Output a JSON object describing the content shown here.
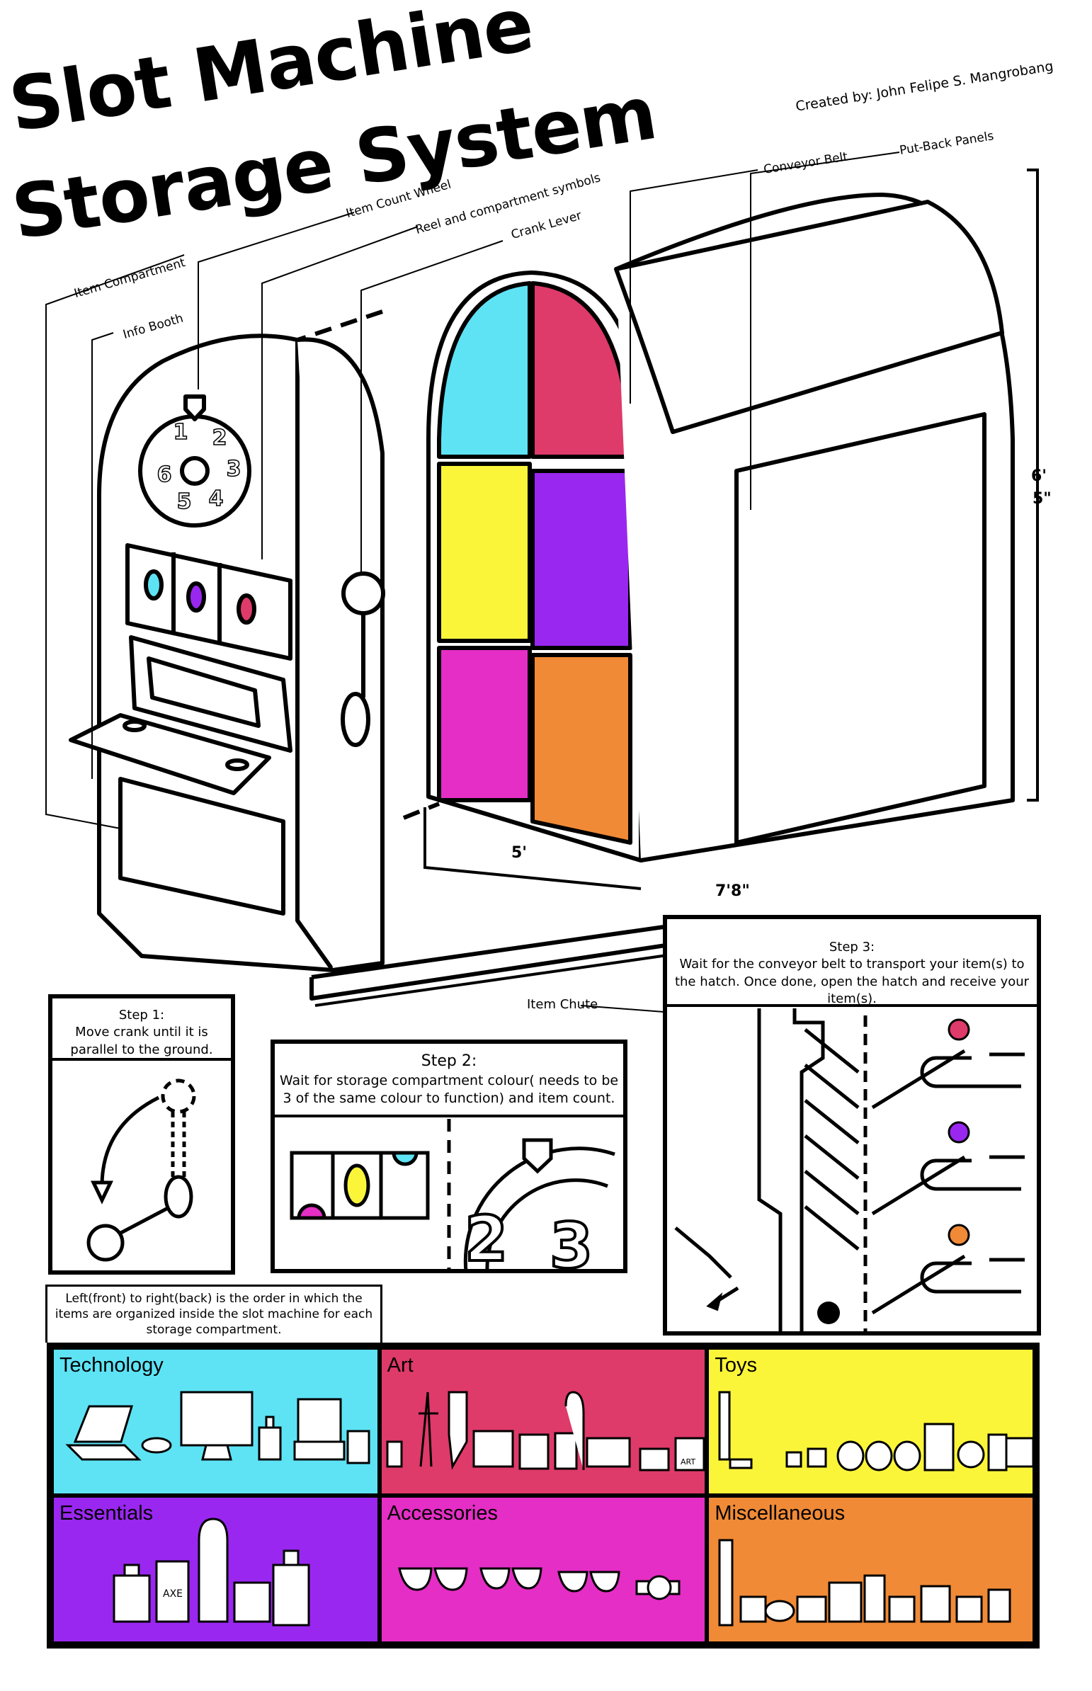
{
  "title": {
    "line1": "Slot Machine",
    "line2": "Storage System"
  },
  "credit": "Created by: John Felipe S. Mangrobang",
  "callouts": {
    "item_compartment": "Item Compartment",
    "info_booth": "Info Booth",
    "item_count_wheel": "Item Count Wheel",
    "reel_symbols": "Reel and compartment symbols",
    "crank_lever": "Crank Lever",
    "conveyor_belt": "Conveyor Belt",
    "put_back_panels": "Put-Back Panels",
    "item_chute": "Item Chute"
  },
  "dimensions": {
    "height_ft": "6'",
    "height_in": "5\"",
    "width": "5'",
    "length": "7'8\""
  },
  "wheel_numbers": [
    "1",
    "2",
    "3",
    "4",
    "5",
    "6"
  ],
  "colors": {
    "cyan": "#5ee3f5",
    "crimson": "#de3a6a",
    "yellow": "#fbf53a",
    "purple": "#9a27f0",
    "magenta": "#e42ec5",
    "orange": "#f08a36"
  },
  "steps": {
    "step1": {
      "title": "Step 1:",
      "text": "Move crank until it is parallel to the ground."
    },
    "step2": {
      "title": "Step 2:",
      "text": "Wait for storage compartment colour( needs to be 3 of the same colour to function) and item count.",
      "wheel_digits": [
        "2",
        "3"
      ]
    },
    "step3": {
      "title": "Step 3:",
      "text": "Wait for the conveyor belt to transport your item(s) to the hatch. Once done, open the hatch and receive your item(s)."
    }
  },
  "order_note": "Left(front) to right(back) is the order in which the items are organized inside the slot machine for each storage compartment.",
  "categories": [
    {
      "label": "Technology",
      "color": "#5ee3f5",
      "item_labels": []
    },
    {
      "label": "Art",
      "color": "#de3a6a",
      "item_labels": [
        "ART"
      ]
    },
    {
      "label": "Toys",
      "color": "#fbf53a",
      "item_labels": []
    },
    {
      "label": "Essentials",
      "color": "#9a27f0",
      "item_labels": [
        "AXE"
      ]
    },
    {
      "label": "Accessories",
      "color": "#e42ec5",
      "item_labels": []
    },
    {
      "label": "Miscellaneous",
      "color": "#f08a36",
      "item_labels": []
    }
  ]
}
